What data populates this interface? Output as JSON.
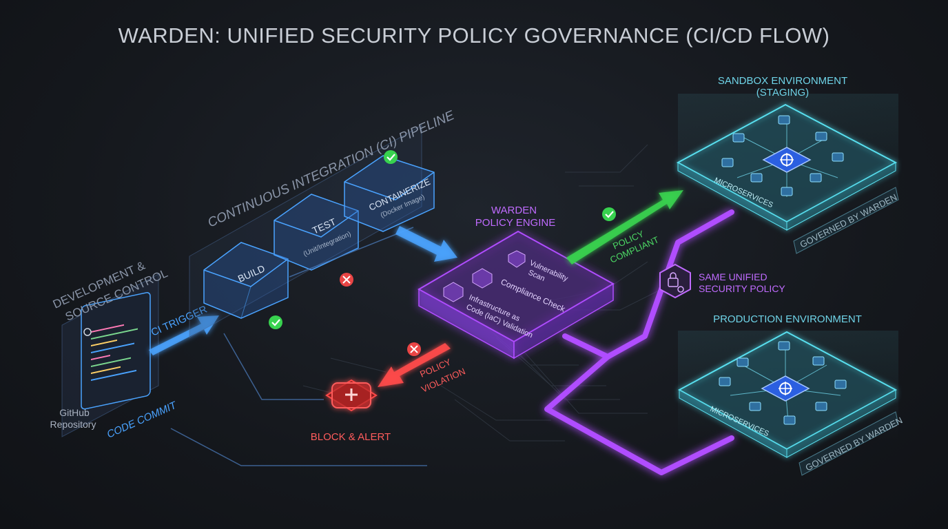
{
  "title": "WARDEN: UNIFIED SECURITY POLICY GOVERNANCE (CI/CD FLOW)",
  "dev": {
    "heading_line1": "DEVELOPMENT &",
    "heading_line2": "SOURCE CONTROL",
    "repo_line1": "GitHub",
    "repo_line2": "Repository",
    "code_commit": "CODE COMMIT",
    "ci_trigger": "CI TRIGGER"
  },
  "pipeline": {
    "heading": "CONTINUOUS INTEGRATION (CI) PIPELINE",
    "build": "BUILD",
    "test": "TEST",
    "test_sub": "(Unit/Integration)",
    "containerize": "CONTAINERIZE",
    "containerize_sub": "(Docker Image)"
  },
  "engine": {
    "heading_line1": "WARDEN",
    "heading_line2": "POLICY ENGINE",
    "vuln_line1": "Vulnerability",
    "vuln_line2": "Scan",
    "compliance": "Compliance Check",
    "iac_line1": "Infrastructure as",
    "iac_line2": "Code (IaC) Validation"
  },
  "flows": {
    "policy_compliant_line1": "POLICY",
    "policy_compliant_line2": "COMPLIANT",
    "policy_violation_line1": "POLICY",
    "policy_violation_line2": "VIOLATION",
    "block_alert": "BLOCK & ALERT",
    "unified_line1": "SAME UNIFIED",
    "unified_line2": "SECURITY POLICY"
  },
  "sandbox": {
    "heading_line1": "SANDBOX ENVIRONMENT",
    "heading_line2": "(STAGING)",
    "microservices": "MICROSERVICES",
    "governed": "GOVERNED BY WARDEN"
  },
  "production": {
    "heading": "PRODUCTION ENVIRONMENT",
    "microservices": "MICROSERVICES",
    "governed": "GOVERNED BY WARDEN"
  },
  "colors": {
    "blue": "#4aa3ff",
    "purple": "#b04dff",
    "green": "#38d24f",
    "red": "#ff4a4a",
    "cyan": "#59e0f0"
  }
}
